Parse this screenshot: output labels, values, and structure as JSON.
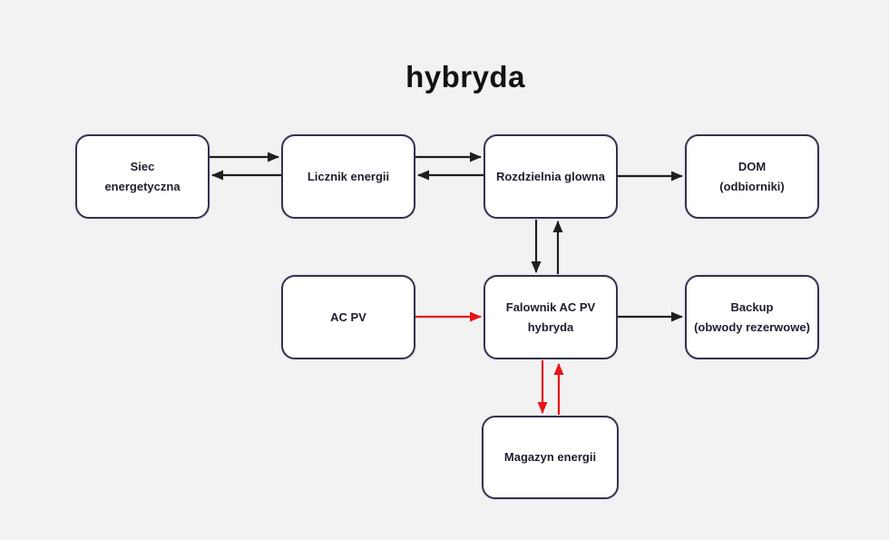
{
  "title": "hybryda",
  "colors": {
    "background": "#f2f2f3",
    "node_fill": "#ffffff",
    "node_border": "#32324f",
    "node_text": "#1e1e2e",
    "arrow_black": "#1f1f1f",
    "arrow_red": "#e81515"
  },
  "nodes": {
    "siec": {
      "label": "Siec\nenergetyczna"
    },
    "licznik": {
      "label": "Licznik energii"
    },
    "rozdzielnia": {
      "label": "Rozdzielnia glowna"
    },
    "dom": {
      "label": "DOM\n(odbiorniki)"
    },
    "acpv": {
      "label": "AC PV"
    },
    "falownik": {
      "label": "Falownik AC PV\nhybryda"
    },
    "backup": {
      "label": "Backup\n(obwody rezerwowe)"
    },
    "magazyn": {
      "label": "Magazyn energii"
    }
  },
  "edges": [
    {
      "from": "siec",
      "to": "licznik",
      "color": "black"
    },
    {
      "from": "licznik",
      "to": "siec",
      "color": "black"
    },
    {
      "from": "licznik",
      "to": "rozdzielnia",
      "color": "black"
    },
    {
      "from": "rozdzielnia",
      "to": "licznik",
      "color": "black"
    },
    {
      "from": "rozdzielnia",
      "to": "dom",
      "color": "black"
    },
    {
      "from": "rozdzielnia",
      "to": "falownik",
      "color": "black"
    },
    {
      "from": "falownik",
      "to": "rozdzielnia",
      "color": "black"
    },
    {
      "from": "acpv",
      "to": "falownik",
      "color": "red"
    },
    {
      "from": "falownik",
      "to": "backup",
      "color": "black"
    },
    {
      "from": "falownik",
      "to": "magazyn",
      "color": "red"
    },
    {
      "from": "magazyn",
      "to": "falownik",
      "color": "red"
    }
  ]
}
